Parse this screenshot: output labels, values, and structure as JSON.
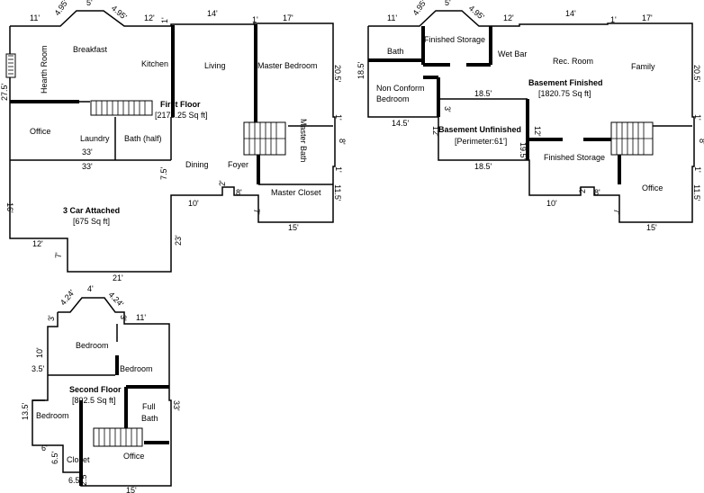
{
  "first_floor": {
    "title": "First Floor",
    "area": "[2173.25 Sq ft]",
    "rooms": {
      "breakfast": "Breakfast",
      "hearth_room": "Hearth Room",
      "kitchen": "Kitchen",
      "living": "Living",
      "master_bedroom": "Master Bedroom",
      "office": "Office",
      "laundry": "Laundry",
      "bath_half": "Bath (half)",
      "dining": "Dining",
      "foyer": "Foyer",
      "master_bath": "Master Bath",
      "master_closet": "Master Closet",
      "garage": "3 Car Attached",
      "garage_area": "[675 Sq ft]"
    },
    "dims": [
      "11'",
      "4.95'",
      "5'",
      "4.95'",
      "12'",
      "1'",
      "14'",
      "1'",
      "17'",
      "20.5'",
      "1'",
      "8'",
      "1'",
      "11.5'",
      "15'",
      "7'",
      "8'",
      "2'",
      "10'",
      "7.5'",
      "33'",
      "33'",
      "27.5'",
      "16'",
      "12'",
      "7'",
      "21'",
      "23'"
    ]
  },
  "basement": {
    "title": "Basement Finished",
    "area": "[1820.75 Sq ft]",
    "unfinished_title": "Basement Unfinished",
    "unfinished_perimeter": "[Perimeter:61']",
    "rooms": {
      "bath": "Bath",
      "finished_storage_top": "Finished Storage",
      "wet_bar": "Wet Bar",
      "rec_room": "Rec. Room",
      "family": "Family",
      "non_conform_1": "Non Conform",
      "non_conform_2": "Bedroom",
      "finished_storage": "Finished Storage",
      "office": "Office"
    },
    "dims": [
      "11'",
      "4.95'",
      "5'",
      "4.95'",
      "12'",
      "14'",
      "1'",
      "17'",
      "20.5'",
      "18.5'",
      "18.5'",
      "14.5'",
      "3'",
      "12'",
      "12'",
      "18.5'",
      "19.5'",
      "1'",
      "8'",
      "1'",
      "11.5'",
      "15'",
      "7'",
      "8'",
      "2'",
      "10'"
    ]
  },
  "second_floor": {
    "title": "Second Floor",
    "area": "[892.5 Sq ft]",
    "rooms": {
      "bedroom_1": "Bedroom",
      "bedroom_2": "Bedroom",
      "bedroom_3": "Bedroom",
      "full_bath_1": "Full",
      "full_bath_2": "Bath",
      "office": "Office",
      "closet": "Closet"
    },
    "dims": [
      "4.24'",
      "4'",
      "4.24'",
      "3'",
      "3'",
      "11'",
      "10'",
      "3.5'",
      "13.5'",
      "33'",
      "6'",
      "6.5'",
      "6.5'",
      "2.5'",
      "15'"
    ]
  }
}
